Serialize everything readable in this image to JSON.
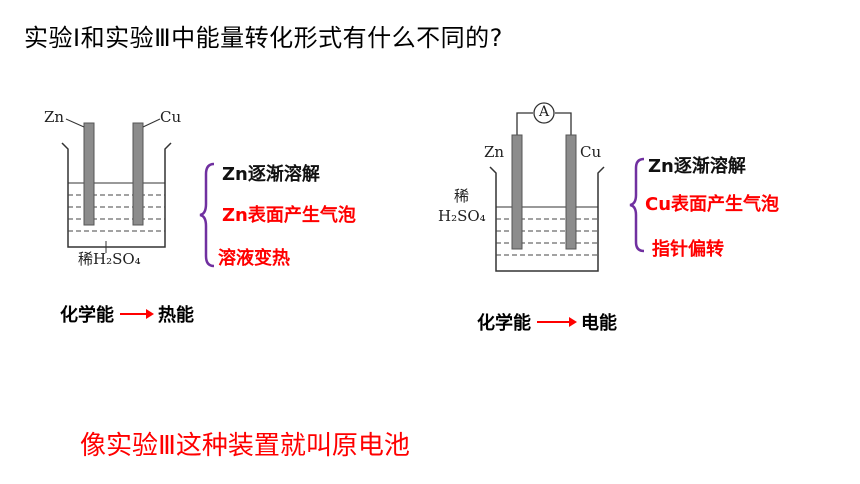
{
  "question": "实验Ⅰ和实验Ⅲ中能量转化形式有什么不同的?",
  "experiment1": {
    "electrode_left": "Zn",
    "electrode_right": "Cu",
    "solution_label": "稀H₂SO₄",
    "observations": [
      "Zn逐渐溶解",
      "Zn表面产生气泡",
      "溶液变热"
    ],
    "conversion": {
      "from": "化学能",
      "to": "热能"
    }
  },
  "experiment3": {
    "electrode_left": "Zn",
    "electrode_right": "Cu",
    "meter_symbol": "A",
    "solution_label_line1": "稀",
    "solution_label_line2": "H₂SO₄",
    "observations": [
      "Zn逐渐溶解",
      "Cu表面产生气泡",
      "指针偏转"
    ],
    "conversion": {
      "from": "化学能",
      "to": "电能"
    }
  },
  "conclusion": "像实验Ⅲ这种装置就叫原电池",
  "colors": {
    "highlight": "#ff0000",
    "brace": "#7030a0",
    "text": "#000000"
  }
}
